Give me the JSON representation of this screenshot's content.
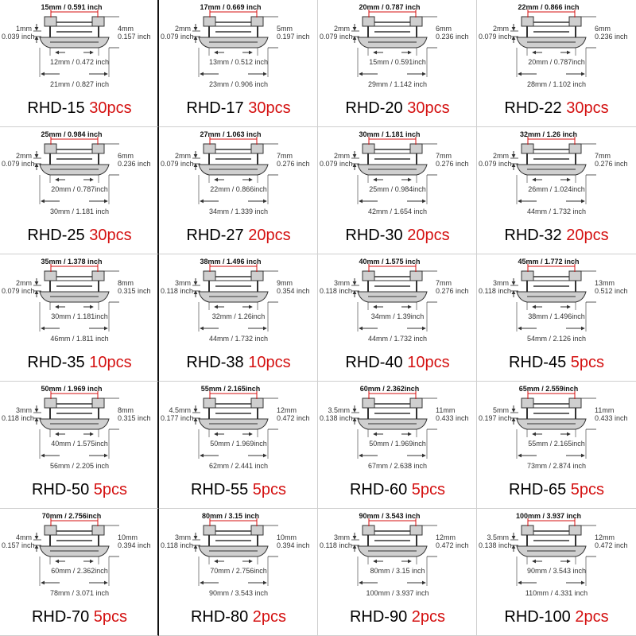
{
  "items": [
    {
      "model": "RHD-15",
      "qty": "30pcs",
      "top": "15mm / 0.591 inch",
      "left_mm": "1mm",
      "left_in": "0.039 inch",
      "right_mm": "4mm",
      "right_in": "0.157 inch",
      "inner": "12mm / 0.472 inch",
      "outer": "21mm / 0.827 inch"
    },
    {
      "model": "RHD-17",
      "qty": "30pcs",
      "top": "17mm / 0.669 inch",
      "left_mm": "2mm",
      "left_in": "0.079 inch",
      "right_mm": "5mm",
      "right_in": "0.197 inch",
      "inner": "13mm / 0.512 inch",
      "outer": "23mm / 0.906 inch"
    },
    {
      "model": "RHD-20",
      "qty": "30pcs",
      "top": "20mm / 0.787 inch",
      "left_mm": "2mm",
      "left_in": "0.079 inch",
      "right_mm": "6mm",
      "right_in": "0.236 inch",
      "inner": "15mm / 0.591inch",
      "outer": "29mm / 1.142 inch"
    },
    {
      "model": "RHD-22",
      "qty": "30pcs",
      "top": "22mm / 0.866 inch",
      "left_mm": "2mm",
      "left_in": "0.079 inch",
      "right_mm": "6mm",
      "right_in": "0.236 inch",
      "inner": "20mm / 0.787inch",
      "outer": "28mm / 1.102 inch"
    },
    {
      "model": "RHD-25",
      "qty": "30pcs",
      "top": "25mm / 0.984 inch",
      "left_mm": "2mm",
      "left_in": "0.079 inch",
      "right_mm": "6mm",
      "right_in": "0.236 inch",
      "inner": "20mm / 0.787inch",
      "outer": "30mm / 1.181 inch"
    },
    {
      "model": "RHD-27",
      "qty": "20pcs",
      "top": "27mm / 1.063 inch",
      "left_mm": "2mm",
      "left_in": "0.079 inch",
      "right_mm": "7mm",
      "right_in": "0.276 inch",
      "inner": "22mm / 0.866inch",
      "outer": "34mm / 1.339 inch"
    },
    {
      "model": "RHD-30",
      "qty": "20pcs",
      "top": "30mm / 1.181 inch",
      "left_mm": "2mm",
      "left_in": "0.079 inch",
      "right_mm": "7mm",
      "right_in": "0.276 inch",
      "inner": "25mm / 0.984inch",
      "outer": "42mm / 1.654 inch"
    },
    {
      "model": "RHD-32",
      "qty": "20pcs",
      "top": "32mm / 1.26 inch",
      "left_mm": "2mm",
      "left_in": "0.079 inch",
      "right_mm": "7mm",
      "right_in": "0.276 inch",
      "inner": "26mm / 1.024inch",
      "outer": "44mm / 1.732 inch"
    },
    {
      "model": "RHD-35",
      "qty": "10pcs",
      "top": "35mm / 1.378 inch",
      "left_mm": "2mm",
      "left_in": "0.079 inch",
      "right_mm": "8mm",
      "right_in": "0.315 inch",
      "inner": "30mm / 1.181inch",
      "outer": "46mm / 1.811 inch"
    },
    {
      "model": "RHD-38",
      "qty": "10pcs",
      "top": "38mm / 1.496 inch",
      "left_mm": "3mm",
      "left_in": "0.118 inch",
      "right_mm": "9mm",
      "right_in": "0.354 inch",
      "inner": "32mm / 1.26inch",
      "outer": "44mm / 1.732 inch"
    },
    {
      "model": "RHD-40",
      "qty": "10pcs",
      "top": "40mm / 1.575 inch",
      "left_mm": "3mm",
      "left_in": "0.118 inch",
      "right_mm": "7mm",
      "right_in": "0.276 inch",
      "inner": "34mm / 1.39inch",
      "outer": "44mm / 1.732 inch"
    },
    {
      "model": "RHD-45",
      "qty": "5pcs",
      "top": "45mm / 1.772 inch",
      "left_mm": "3mm",
      "left_in": "0.118 inch",
      "right_mm": "13mm",
      "right_in": "0.512 inch",
      "inner": "38mm / 1.496inch",
      "outer": "54mm / 2.126 inch"
    },
    {
      "model": "RHD-50",
      "qty": "5pcs",
      "top": "50mm / 1.969 inch",
      "left_mm": "3mm",
      "left_in": "0.118 inch",
      "right_mm": "8mm",
      "right_in": "0.315 inch",
      "inner": "40mm / 1.575inch",
      "outer": "56mm / 2.205 inch"
    },
    {
      "model": "RHD-55",
      "qty": "5pcs",
      "top": "55mm / 2.165inch",
      "left_mm": "4.5mm",
      "left_in": "0.177 inch",
      "right_mm": "12mm",
      "right_in": "0.472 inch",
      "inner": "50mm / 1.969inch",
      "outer": "62mm / 2.441 inch"
    },
    {
      "model": "RHD-60",
      "qty": "5pcs",
      "top": "60mm / 2.362inch",
      "left_mm": "3.5mm",
      "left_in": "0.138 inch",
      "right_mm": "11mm",
      "right_in": "0.433 inch",
      "inner": "50mm / 1.969inch",
      "outer": "67mm / 2.638 inch"
    },
    {
      "model": "RHD-65",
      "qty": "5pcs",
      "top": "65mm / 2.559inch",
      "left_mm": "5mm",
      "left_in": "0.197 inch",
      "right_mm": "11mm",
      "right_in": "0.433 inch",
      "inner": "55mm / 2.165inch",
      "outer": "73mm / 2.874 inch"
    },
    {
      "model": "RHD-70",
      "qty": "5pcs",
      "top": "70mm / 2.756inch",
      "left_mm": "4mm",
      "left_in": "0.157 inch",
      "right_mm": "10mm",
      "right_in": "0.394 inch",
      "inner": "60mm / 2.362inch",
      "outer": "78mm / 3.071 inch"
    },
    {
      "model": "RHD-80",
      "qty": "2pcs",
      "top": "80mm / 3.15 inch",
      "left_mm": "3mm",
      "left_in": "0.118 inch",
      "right_mm": "10mm",
      "right_in": "0.394 inch",
      "inner": "70mm / 2.756inch",
      "outer": "90mm / 3.543 inch"
    },
    {
      "model": "RHD-90",
      "qty": "2pcs",
      "top": "90mm / 3.543 inch",
      "left_mm": "3mm",
      "left_in": "0.118 inch",
      "right_mm": "12mm",
      "right_in": "0.472 inch",
      "inner": "80mm / 3.15 inch",
      "outer": "100mm / 3.937 inch"
    },
    {
      "model": "RHD-100",
      "qty": "2pcs",
      "top": "100mm / 3.937 inch",
      "left_mm": "3.5mm",
      "left_in": "0.138 inch",
      "right_mm": "12mm",
      "right_in": "0.472 inch",
      "inner": "90mm / 3.543 inch",
      "outer": "110mm / 4.331 inch"
    }
  ],
  "colors": {
    "qty": "#d41111",
    "grommet_fill": "#cfcfcf",
    "grommet_stroke": "#333333",
    "dim_line": "#333333",
    "top_dim_line": "#d41111"
  },
  "icons": {
    "drawing": "grommet-cross-section-icon",
    "arrows": "dimension-arrow-icon"
  }
}
